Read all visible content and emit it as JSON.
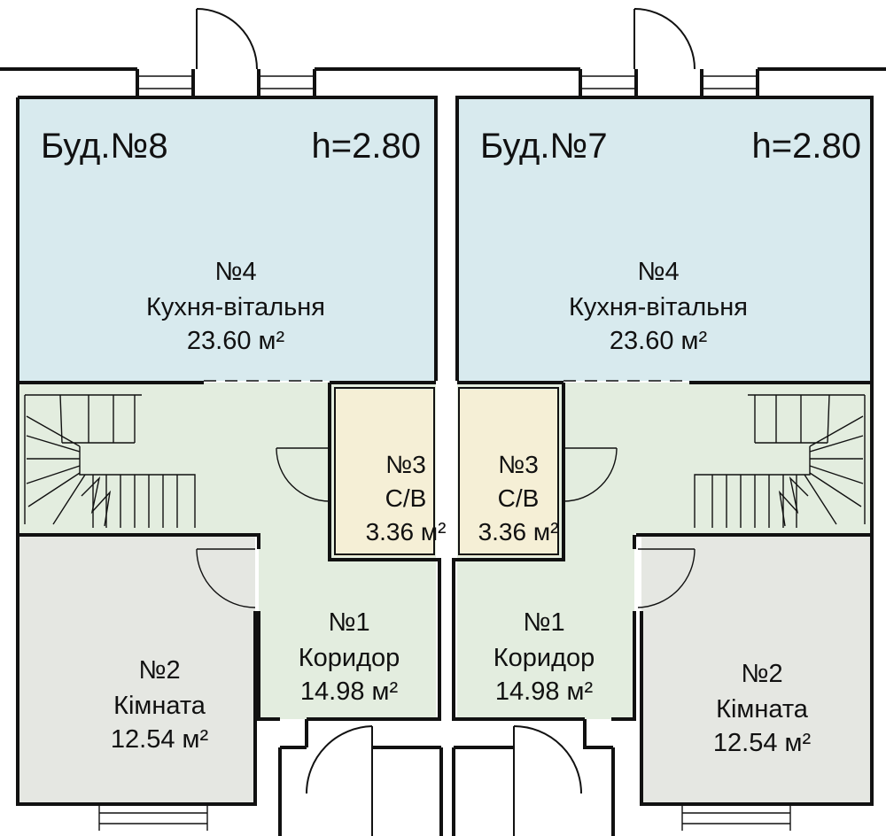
{
  "colors": {
    "kitchen": "#d8eaee",
    "hall": "#e3eddf",
    "bathroom": "#f5efd6",
    "room": "#e5e7e2",
    "wall": "#111111"
  },
  "units": [
    {
      "building": "Буд.№8",
      "height": "h=2.80",
      "kitchen": {
        "number": "№4",
        "name": "Кухня-вітальня",
        "area": "23.60 м²"
      },
      "bathroom": {
        "number": "№3",
        "name": "С/В",
        "area": "3.36 м²"
      },
      "corridor": {
        "number": "№1",
        "name": "Коридор",
        "area": "14.98 м²"
      },
      "room": {
        "number": "№2",
        "name": "Кімната",
        "area": "12.54 м²"
      }
    },
    {
      "building": "Буд.№7",
      "height": "h=2.80",
      "kitchen": {
        "number": "№4",
        "name": "Кухня-вітальня",
        "area": "23.60 м²"
      },
      "bathroom": {
        "number": "№3",
        "name": "С/В",
        "area": "3.36 м²"
      },
      "corridor": {
        "number": "№1",
        "name": "Коридор",
        "area": "14.98 м²"
      },
      "room": {
        "number": "№2",
        "name": "Кімната",
        "area": "12.54 м²"
      }
    }
  ]
}
